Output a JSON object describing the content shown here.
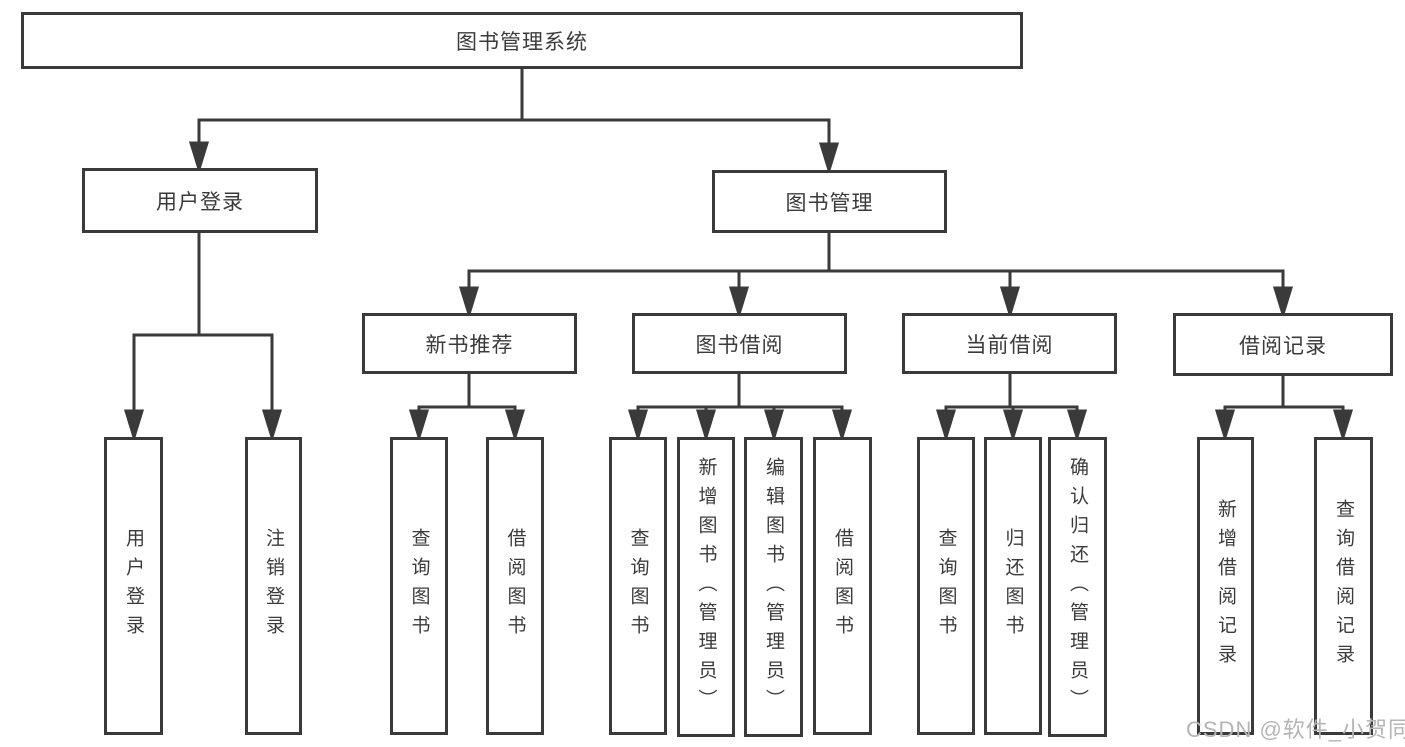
{
  "tree": {
    "root": {
      "label": "图书管理系统"
    },
    "branches": [
      {
        "label": "用户登录",
        "children": [
          {
            "label": "用户登录"
          },
          {
            "label": "注销登录"
          }
        ]
      },
      {
        "label": "图书管理",
        "children": [
          {
            "label": "新书推荐",
            "children": [
              {
                "label": "查询图书"
              },
              {
                "label": "借阅图书"
              }
            ]
          },
          {
            "label": "图书借阅",
            "children": [
              {
                "label": "查询图书"
              },
              {
                "label": "新增图书（管理员）"
              },
              {
                "label": "编辑图书（管理员）"
              },
              {
                "label": "借阅图书"
              }
            ]
          },
          {
            "label": "当前借阅",
            "children": [
              {
                "label": "查询图书"
              },
              {
                "label": "归还图书"
              },
              {
                "label": "确认归还（管理员）"
              }
            ]
          },
          {
            "label": "借阅记录",
            "children": [
              {
                "label": "新增借阅记录"
              },
              {
                "label": "查询借阅记录"
              }
            ]
          }
        ]
      }
    ]
  },
  "watermark": {
    "text": "CSDN @软件_小贺同学"
  },
  "colors": {
    "line": "#3a3a3a",
    "text": "#3b3b3b",
    "watermark": "#b5b5b5",
    "background": "#ffffff"
  }
}
